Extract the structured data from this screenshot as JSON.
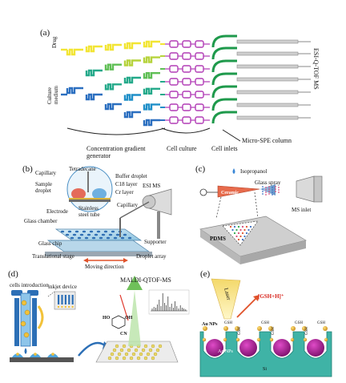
{
  "panels": {
    "a": {
      "label": "(a)",
      "drug": "Drug",
      "culture_medium_1": "Culture",
      "culture_medium_2": "medium",
      "ms": "ESI-Q-TOF MS",
      "gradient_1": "Concentration gradient",
      "gradient_2": "generator",
      "cell_culture": "Cell culture",
      "cell_inlets": "Cell inlets",
      "spe": "Micro-SPE column"
    },
    "b": {
      "label": "(b)",
      "capillary": "Capillary",
      "tetradecane": "Tetradecane",
      "sample_droplet_1": "Sample",
      "sample_droplet_2": "droplet",
      "buffer_droplet": "Buffer droplet",
      "c18_layer": "C18 layer",
      "cr_layer": "Cr layer",
      "esi_ms": "ESI MS",
      "stainless_1": "Stainless",
      "stainless_2": "steel tube",
      "capillary2": "Capillary",
      "electrode": "Electrode",
      "glass_chamber": "Glass chamber",
      "glass_chip": "Glass chip",
      "stage": "Translational stage",
      "moving": "Moving direction",
      "supporter": "Supporter",
      "droplet_array": "Droplet array"
    },
    "c": {
      "label": "(c)",
      "isopropanol": "Isopropanol",
      "glass_spray": "Glass spray",
      "ceramic": "Ceramic",
      "ms_inlet": "MS inlet",
      "pdms": "PDMS"
    },
    "d": {
      "label": "(d)",
      "cells": "cells introduction",
      "inkjet": "inkjet device",
      "maldi": "MALDI-QTOF-MS",
      "mol_ho": "HO",
      "mol_oh": "OH",
      "mol_cn": "CN"
    },
    "e": {
      "label": "(e)",
      "laser": "Laser",
      "ion": "[GSH+H]⁺",
      "au": "Au NPs",
      "ag": "Ag NPs",
      "gsh": "GSH",
      "si": "Si"
    }
  },
  "colors": {
    "gradient": [
      "#f2e534",
      "#b6d33c",
      "#5fbf55",
      "#24a98a",
      "#1f8fc8",
      "#2b6fc0"
    ],
    "culture": "#b23db6",
    "inlet": "#1f9a4c",
    "column": "#8a8a8a",
    "laser": "#f4e08a",
    "silicon": "#3fb3a6",
    "ag": "#a6198f"
  }
}
